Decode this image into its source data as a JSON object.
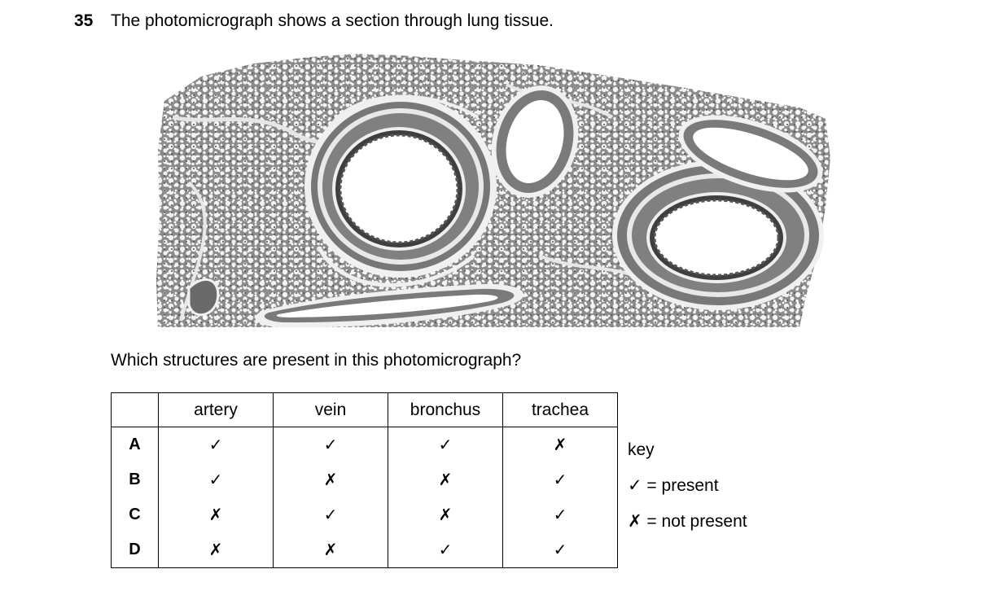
{
  "question": {
    "number": "35",
    "text": "The photomicrograph shows a section through lung tissue.",
    "prompt": "Which structures are present in this photomicrograph?"
  },
  "figure": {
    "kind": "photomicrograph of lung tissue",
    "colors": {
      "dark": "#505050",
      "mid": "#7f7f7f",
      "light": "#eeeeee"
    }
  },
  "table": {
    "headers": [
      "",
      "artery",
      "vein",
      "bronchus",
      "trachea"
    ],
    "rows": [
      {
        "letter": "A",
        "marks": [
          "✓",
          "✓",
          "✓",
          "✗"
        ]
      },
      {
        "letter": "B",
        "marks": [
          "✓",
          "✗",
          "✗",
          "✓"
        ]
      },
      {
        "letter": "C",
        "marks": [
          "✗",
          "✓",
          "✗",
          "✓"
        ]
      },
      {
        "letter": "D",
        "marks": [
          "✗",
          "✗",
          "✓",
          "✓"
        ]
      }
    ]
  },
  "key": {
    "title": "key",
    "present": "✓ = present",
    "not_present": "✗ = not present"
  }
}
